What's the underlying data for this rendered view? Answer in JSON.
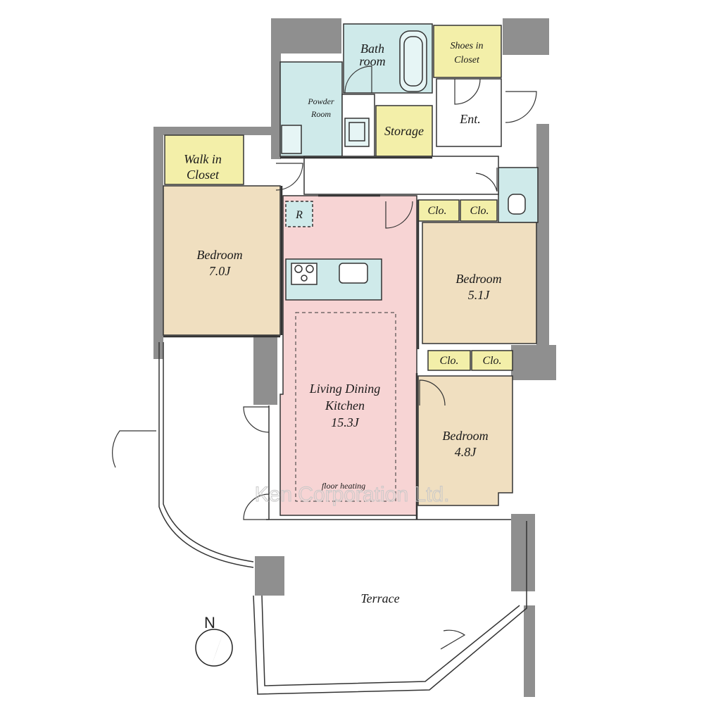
{
  "rooms": {
    "bathroom_line1": "Bath",
    "bathroom_line2": "room",
    "shoes_closet_line1": "Shoes in",
    "shoes_closet_line2": "Closet",
    "powder_room_line1": "Powder",
    "powder_room_line2": "Room",
    "storage": "Storage",
    "entrance": "Ent.",
    "walk_in_closet_line1": "Walk in",
    "walk_in_closet_line2": "Closet",
    "refrigerator": "R",
    "closet": "Clo.",
    "bedroom_west": {
      "name": "Bedroom",
      "size": "7.0J"
    },
    "bedroom_east": {
      "name": "Bedroom",
      "size": "5.1J"
    },
    "bedroom_south": {
      "name": "Bedroom",
      "size": "4.8J"
    },
    "ldk_line1": "Living Dining",
    "ldk_line2": "Kitchen",
    "ldk_size": "15.3J",
    "floor_heating": "floor heating",
    "terrace": "Terrace"
  },
  "compass": {
    "north": "N"
  },
  "watermark": "Ken Corporation Ltd.",
  "colors": {
    "wall": "#8f8f8f",
    "bedroom": "#f0dfc0",
    "ldk": "#f7d4d4",
    "wet_area": "#cfeaea",
    "closet": "#f3efa9",
    "floor_plain": "#ffffff",
    "line": "#333333"
  }
}
